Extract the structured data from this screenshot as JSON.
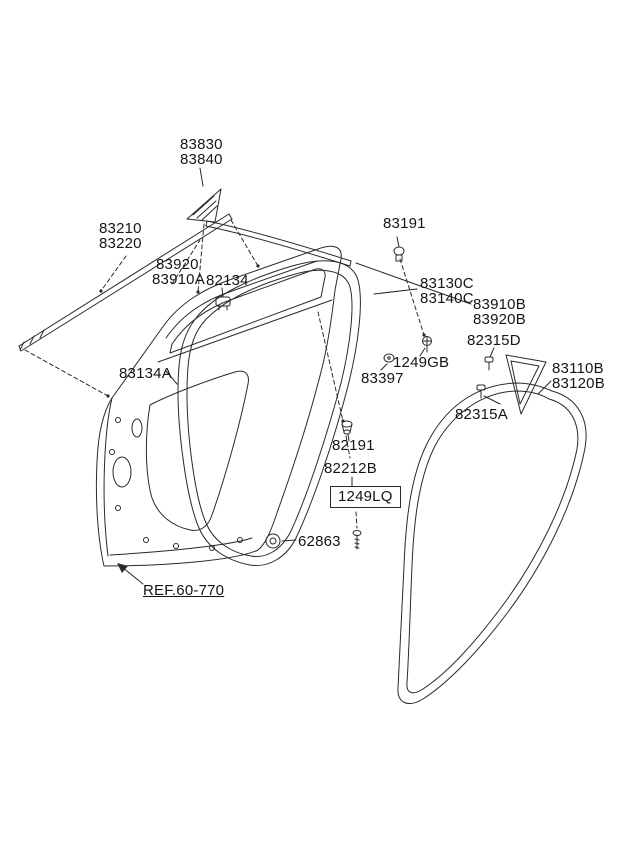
{
  "diagram": {
    "description": "Exploded parts diagram - rear door moulding and weatherstrips",
    "line_color": "#2a2a2a",
    "text_color": "#151515",
    "background": "#ffffff"
  },
  "labels": {
    "p83830": "83830",
    "p83840": "83840",
    "p83210": "83210",
    "p83220": "83220",
    "p83920": "83920",
    "p83910A": "83910A",
    "p82134": "82134",
    "p83191": "83191",
    "p83130C": "83130C",
    "p83140C": "83140C",
    "p83910B": "83910B",
    "p83920B": "83920B",
    "p82315D": "82315D",
    "p1249GB": "1249GB",
    "p83397": "83397",
    "p83110B": "83110B",
    "p83120B": "83120B",
    "p82315A": "82315A",
    "p83134A": "83134A",
    "p82191": "82191",
    "p82212B": "82212B",
    "p1249LQ": "1249LQ",
    "p62863": "62863",
    "ref": "REF.60-770"
  }
}
